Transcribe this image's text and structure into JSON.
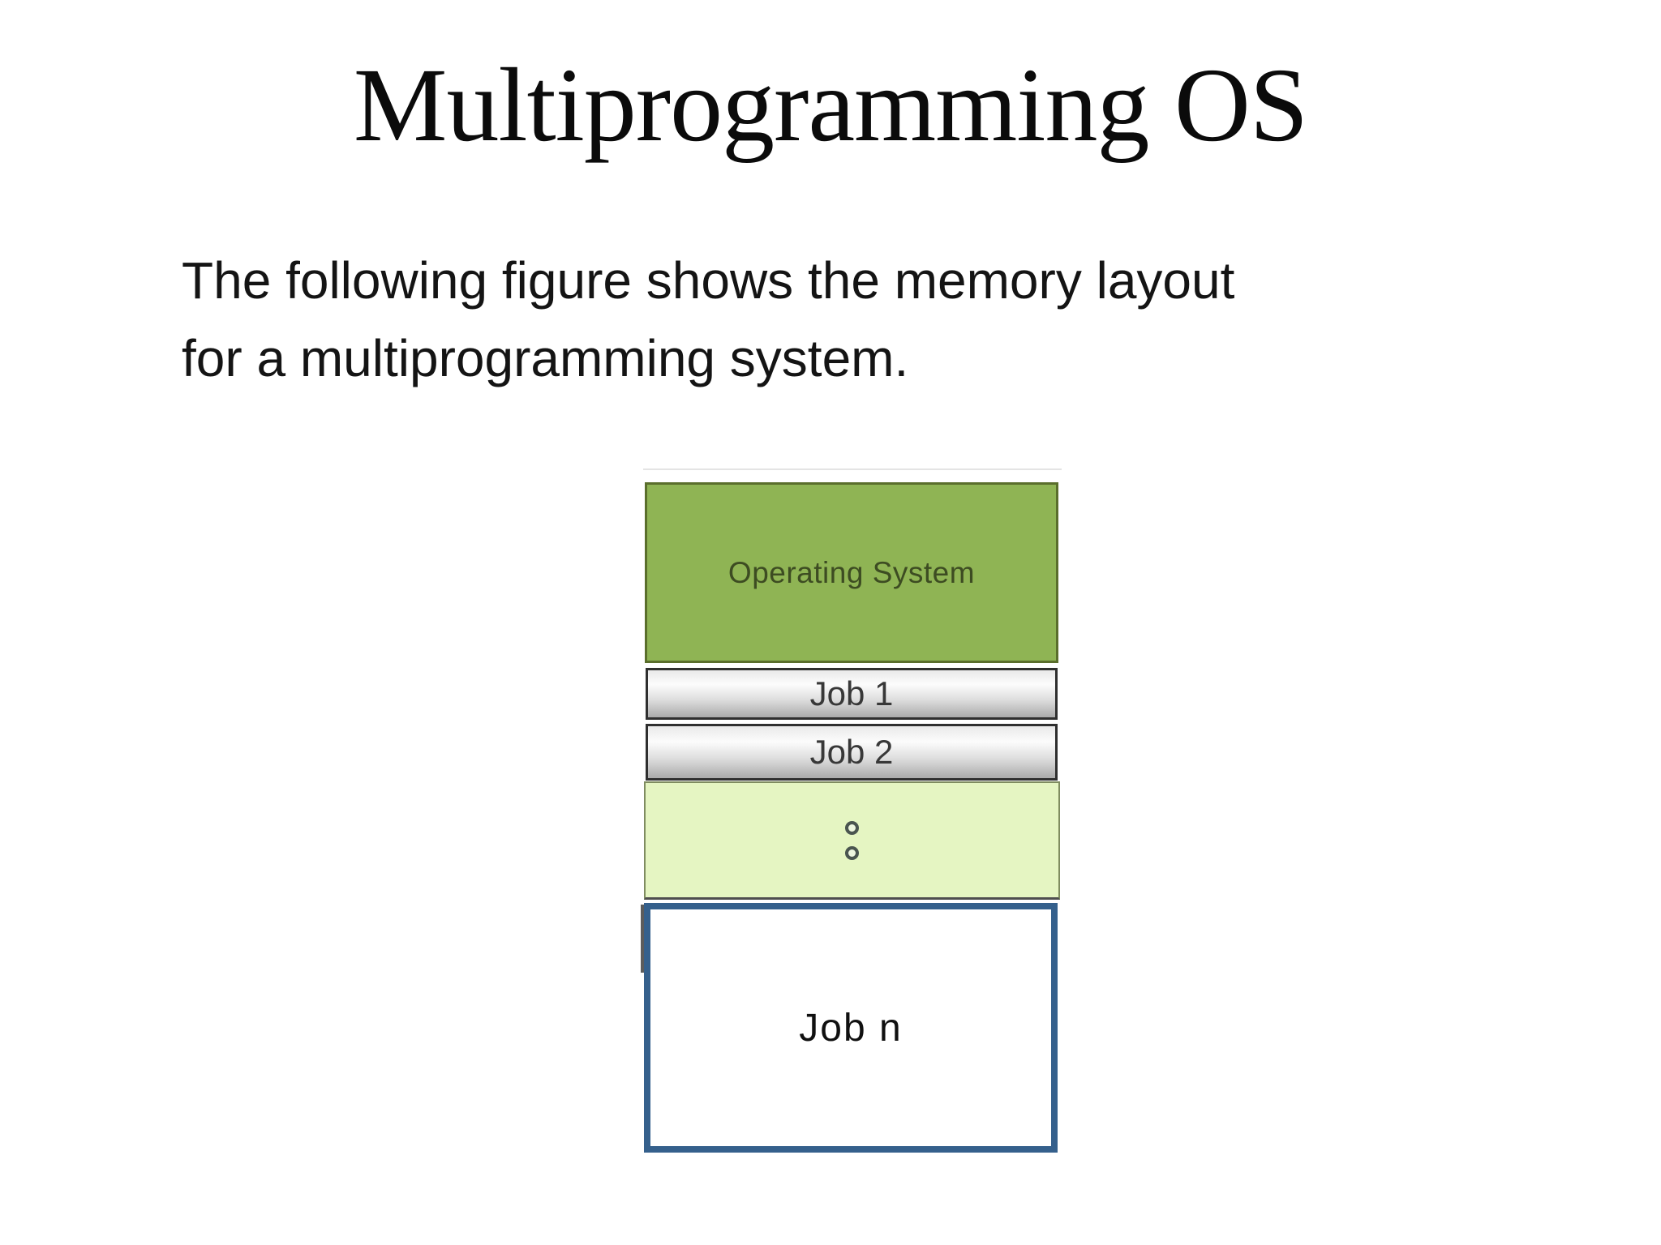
{
  "slide": {
    "title": "Multiprogramming OS",
    "body_lines": [
      "The following figure shows the memory layout",
      "for a multiprogramming system."
    ]
  },
  "figure": {
    "description": "memory layout for a multiprogramming system",
    "blocks": {
      "os": {
        "label": "Operating System"
      },
      "job1": {
        "label": "Job 1"
      },
      "job2": {
        "label": "Job 2"
      },
      "jobn": {
        "label": "Job n"
      }
    },
    "ellipsis_icon": "two-small-circles",
    "colors": {
      "os-fill": "#8fb454",
      "os-border": "#5a6e2c",
      "os-text": "#3d4c22",
      "job-border": "#2f2f2f",
      "job-text": "#383838",
      "pale-fill": "#e5f5c2",
      "pale-border": "#7f8c60",
      "jobn-border": "#35608c",
      "dot-ring": "#4a554f"
    }
  }
}
